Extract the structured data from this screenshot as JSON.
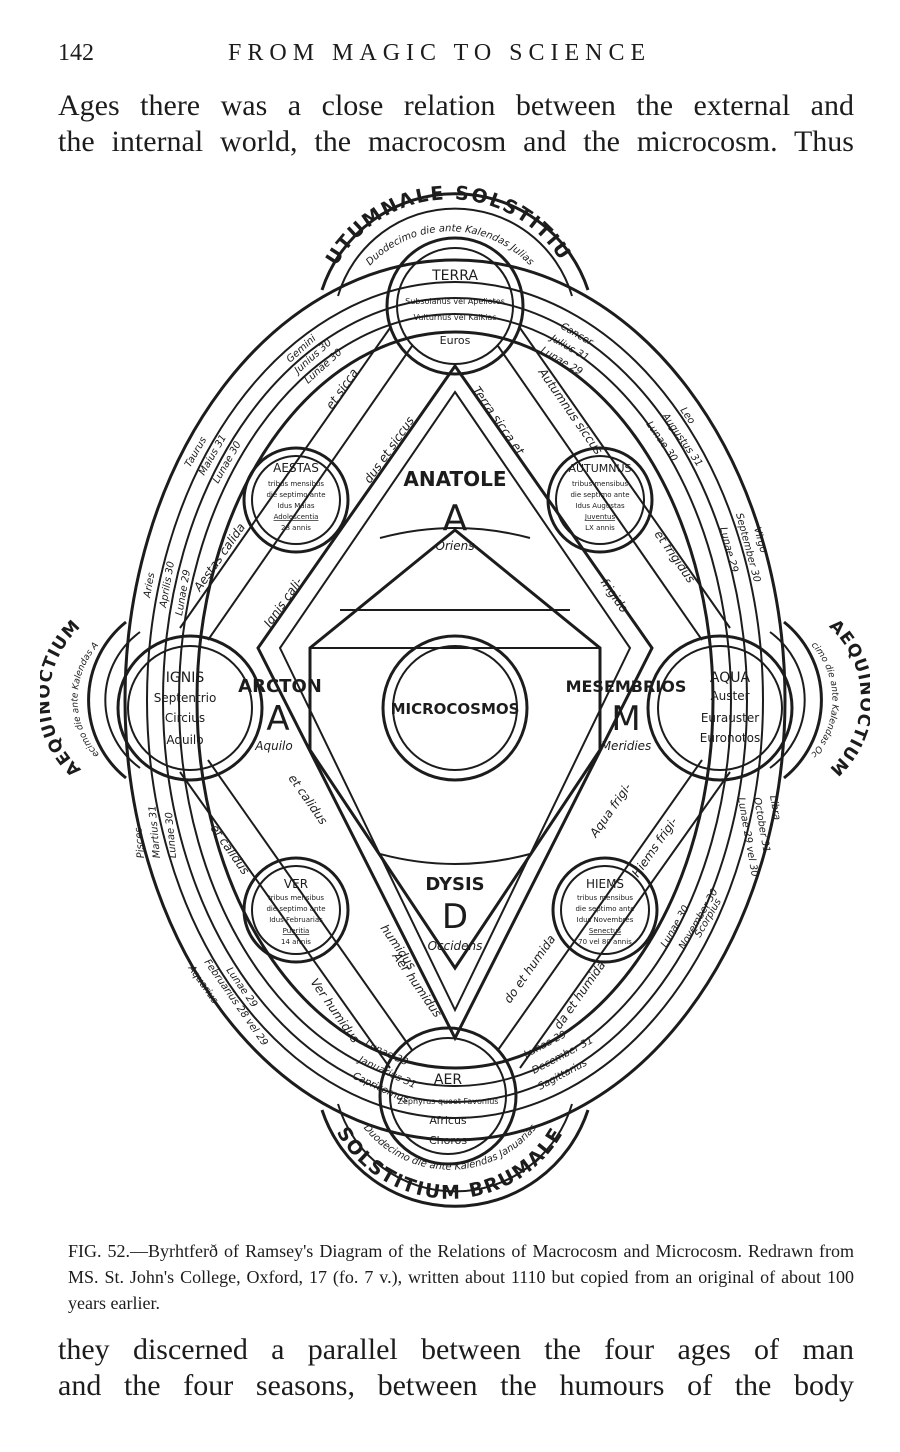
{
  "header": {
    "page_number": "142",
    "running_title": "FROM MAGIC TO SCIENCE"
  },
  "text_top": [
    "Ages there was a close relation between the external and",
    "the internal world, the macrocosm and the microcosm. Thus"
  ],
  "figure": {
    "outer_labels": {
      "top": "AUTUMNALE SOLSTITIUM",
      "top_sub": "Duodecimo die ante Kalendas Julias",
      "bottom": "SOLSTITIUM BRUMALE",
      "bottom_sub": "Duodecimo die ante Kalendas Januarias",
      "left": "AEQUINOCTIUM",
      "left_sub": "Duodecimo die ante Kalendas Apriles",
      "right": "AEQUINOCTIUM",
      "right_sub": "Duodecimo die ante Kalendas Octobres"
    },
    "elements": {
      "terra": {
        "name": "TERRA",
        "lines": [
          "Subsolanus vel Apeliotes",
          "Vulturnus vel Kaikias",
          "Euros"
        ]
      },
      "ignis": {
        "name": "IGNIS",
        "lines": [
          "Septentrio",
          "Circius",
          "Aquilo"
        ]
      },
      "aqua": {
        "name": "AQUA",
        "lines": [
          "Auster",
          "Eurauster",
          "Euronotos"
        ]
      },
      "aer": {
        "name": "AER",
        "lines": [
          "Zephyrus quoet Favonius",
          "Africus",
          "Choros"
        ]
      }
    },
    "seasons": {
      "aestas": {
        "name": "AESTAS",
        "lines": [
          "tribus mensibus",
          "die septimo ante",
          "Idus Maias",
          "Adolescentia",
          "28 annis"
        ]
      },
      "autumnus": {
        "name": "AUTUMNUS",
        "lines": [
          "tribus mensibus",
          "die septimo ante",
          "Idus Augustas",
          "Juventus",
          "LX annis"
        ]
      },
      "ver": {
        "name": "VER",
        "lines": [
          "tribus mensibus",
          "die septimo ante",
          "Idus Februarias",
          "Pueritia",
          "14 annis"
        ]
      },
      "hiems": {
        "name": "HIEMS",
        "lines": [
          "tribus mensibus",
          "die septimo ante",
          "Idus Novembres",
          "Senectus",
          "70 vel 80 annis"
        ]
      }
    },
    "cardinals": {
      "anatole": {
        "name": "ANATOLE",
        "letter": "A",
        "sub": "Oriens"
      },
      "arcton": {
        "name": "ARCTON",
        "letter": "A",
        "sub": "Aquilo"
      },
      "mesembrios": {
        "name": "MESEMBRIOS",
        "letter": "M",
        "sub": "Meridies"
      },
      "dysis": {
        "name": "DYSIS",
        "letter": "D",
        "sub": "Occidens"
      }
    },
    "center": "MICROCOSMOS",
    "zodiac": {
      "gemini": [
        "Gemini",
        "Junius 30",
        "Lunae 30"
      ],
      "taurus": [
        "Taurus",
        "Maius 31",
        "Lunae 30"
      ],
      "aries": [
        "Aries",
        "Aprilis 30",
        "Lunae 29"
      ],
      "cancer": [
        "Cancer",
        "Julius 31",
        "Lunae 29"
      ],
      "leo": [
        "Leo",
        "Augustus 31",
        "Lunae 30"
      ],
      "virgo": [
        "Virgo",
        "September 30",
        "Lunae 29"
      ],
      "pisces": [
        "Pisces",
        "Martius 31",
        "Lunae 30"
      ],
      "aquarius": [
        "Aquarius",
        "Februarius 28 vel 29",
        "Lunae 29"
      ],
      "capricornus": [
        "Capricornus",
        "Januarius 31",
        "Lunae 30"
      ],
      "libra": [
        "Libra",
        "October 31",
        "Lunae 29 vel 30"
      ],
      "scorpius": [
        "Scorpius",
        "November 30",
        "Lunae 30"
      ],
      "sagittarius": [
        "Sagittarius",
        "December 31",
        "Lunae 29"
      ]
    },
    "qualities": {
      "et_sicca": "et sicca",
      "dus_et_siccus": "dus et siccus",
      "aestas_calida": "Aestas calida",
      "ignis_cali": "Ignis cali-",
      "terra_sicca_et": "Terra sicca et",
      "autumnus_siccus": "Autumnus siccus",
      "et_frigidus": "et frigidus",
      "frigido": "frigido",
      "et_calidus": "et calidus",
      "et_calidus_2": "et calidus",
      "ver_humidus": "Ver humidus",
      "aer_humidus": "Aer humidus",
      "do_et_humida": "do et humida",
      "hiems_frigi": "Hiems frigi-",
      "aqua_frigi": "Aqua frigi-",
      "da_et_humida": "da et humida",
      "humidus": "humidus"
    }
  },
  "caption": "FIG. 52.—Byrhtferð of Ramsey's Diagram of the Relations of Macrocosm and Microcosm. Redrawn from MS. St. John's College, Oxford, 17 (fo. 7 v.), written about 1110 but copied from an original of about 100 years earlier.",
  "text_bottom": [
    "they discerned a parallel between the four ages of man",
    "and the four seasons, between the humours of the body"
  ]
}
